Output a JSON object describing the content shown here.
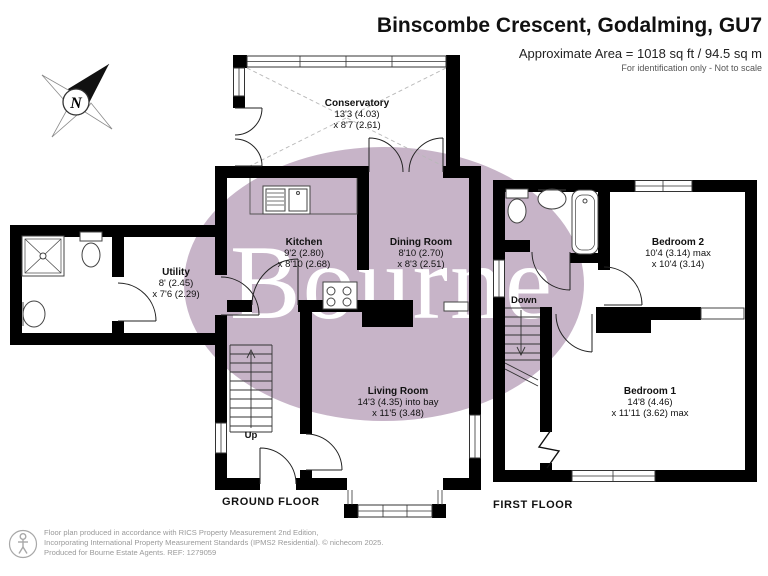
{
  "header": {
    "title": "Binscombe Crescent, Godalming, GU7",
    "area": "Approximate Area = 1018 sq ft / 94.5 sq m",
    "disclaimer": "For identification only - Not to scale"
  },
  "watermark": {
    "text": "Bourne"
  },
  "colors": {
    "wall": "#000000",
    "watermark_ellipse": "#c7b4c8",
    "watermark_text": "#ffffff"
  },
  "compass": {
    "label": "N"
  },
  "floors": {
    "ground": {
      "label": "GROUND FLOOR"
    },
    "first": {
      "label": "FIRST FLOOR"
    }
  },
  "rooms": {
    "conservatory": {
      "name": "Conservatory",
      "dim1": "13'3 (4.03)",
      "dim2": "x 8'7 (2.61)"
    },
    "kitchen": {
      "name": "Kitchen",
      "dim1": "9'2 (2.80)",
      "dim2": "x 8'10 (2.68)"
    },
    "dining": {
      "name": "Dining Room",
      "dim1": "8'10 (2.70)",
      "dim2": "x 8'3 (2.51)"
    },
    "utility": {
      "name": "Utility",
      "dim1": "8' (2.45)",
      "dim2": "x 7'6 (2.29)"
    },
    "living": {
      "name": "Living Room",
      "dim1": "14'3 (4.35) into bay",
      "dim2": "x 11'5 (3.48)"
    },
    "bedroom2": {
      "name": "Bedroom 2",
      "dim1": "10'4 (3.14) max",
      "dim2": "x 10'4 (3.14)"
    },
    "bedroom1": {
      "name": "Bedroom 1",
      "dim1": "14'8 (4.46)",
      "dim2": "x 11'11 (3.62) max"
    }
  },
  "stairs": {
    "up": "Up",
    "down": "Down"
  },
  "footer": {
    "line1": "Floor plan produced in accordance with RICS Property Measurement 2nd Edition,",
    "line2": "Incorporating International Property Measurement Standards (IPMS2 Residential).   © nichecom 2025.",
    "line3": "Produced for Bourne Estate Agents.    REF:  1279059"
  }
}
